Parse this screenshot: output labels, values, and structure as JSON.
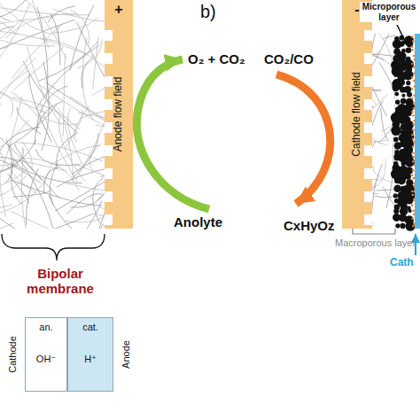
{
  "diagram": {
    "nodes": [
      {
        "text": [
          "+",
          "Anode flow field"
        ]
      },
      {
        "text": [
          "-",
          "Cathode flow field"
        ]
      },
      {
        "text": [
          "an.",
          "OH⁻"
        ]
      },
      {
        "text": [
          "cat.",
          "H⁺"
        ]
      }
    ],
    "labels": [
      "O₂ + CO₂",
      "Anolyte",
      "b)",
      "CO₂/CO",
      "CxHyOz",
      "Microporous layer",
      "Macroporous layer",
      "Cath",
      "Bipolar membrane",
      "Cathode",
      "Anode"
    ]
  }
}
